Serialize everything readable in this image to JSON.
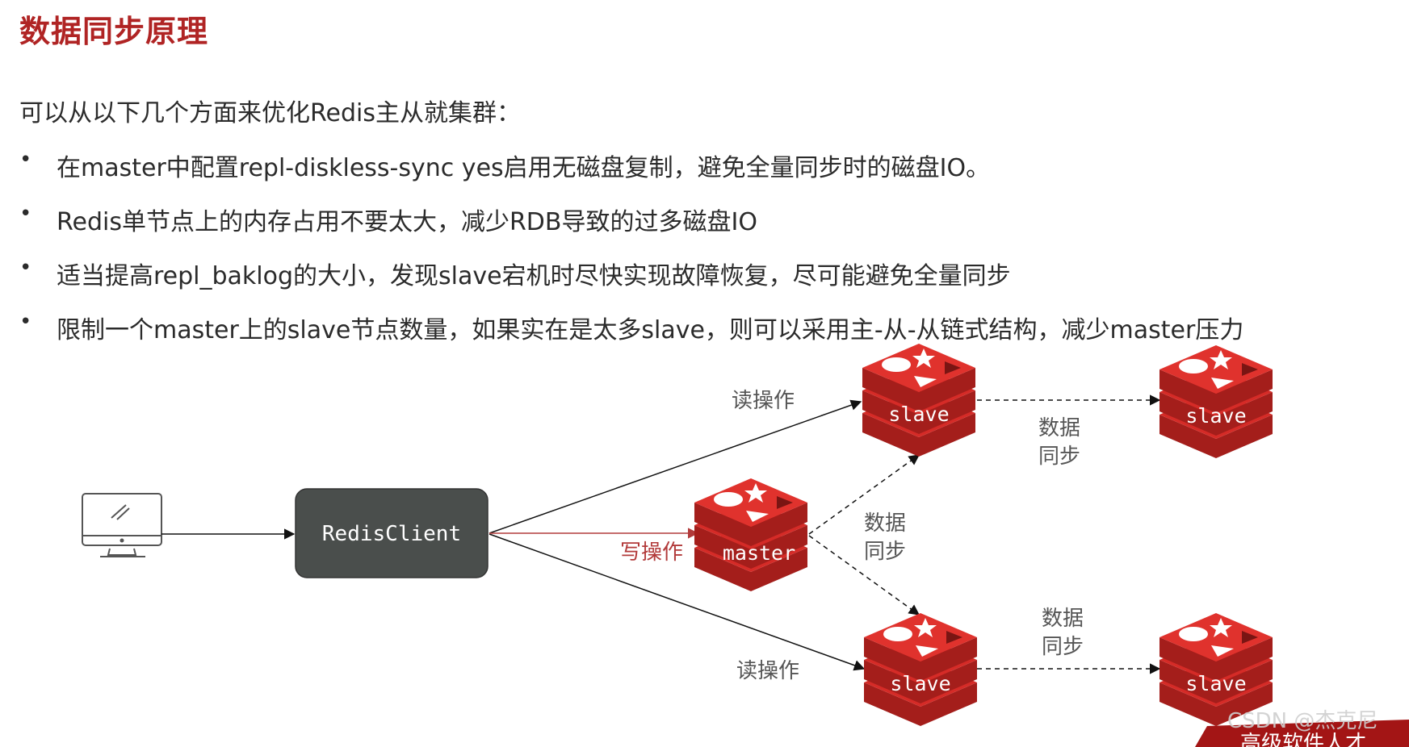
{
  "title": "数据同步原理",
  "intro": "可以从以下几个方面来优化Redis主从就集群：",
  "bullets": [
    "在master中配置repl-diskless-sync yes启用无磁盘复制，避免全量同步时的磁盘IO。",
    "Redis单节点上的内存占用不要太大，减少RDB导致的过多磁盘IO",
    "适当提高repl_baklog的大小，发现slave宕机时尽快实现故障恢复，尽可能避免全量同步",
    "限制一个master上的slave节点数量，如果实在是太多slave，则可以采用主-从-从链式结构，减少master压力"
  ],
  "diagram": {
    "client_label": "RedisClient",
    "master_label": "master",
    "slave_label": "slave",
    "read_op": "读操作",
    "write_op": "写操作",
    "sync_line1": "数据",
    "sync_line2": "同步"
  },
  "watermark": {
    "csdn": "CSDN @杰克尼",
    "banner": "高级软件人才"
  },
  "colors": {
    "title": "#b02424",
    "redis_red": "#d52b27",
    "client_box": "#4a4e4c",
    "write_arrow": "#b23a3a"
  },
  "icons": {
    "computer": "monitor-icon",
    "redis": "redis-logo-icon"
  }
}
